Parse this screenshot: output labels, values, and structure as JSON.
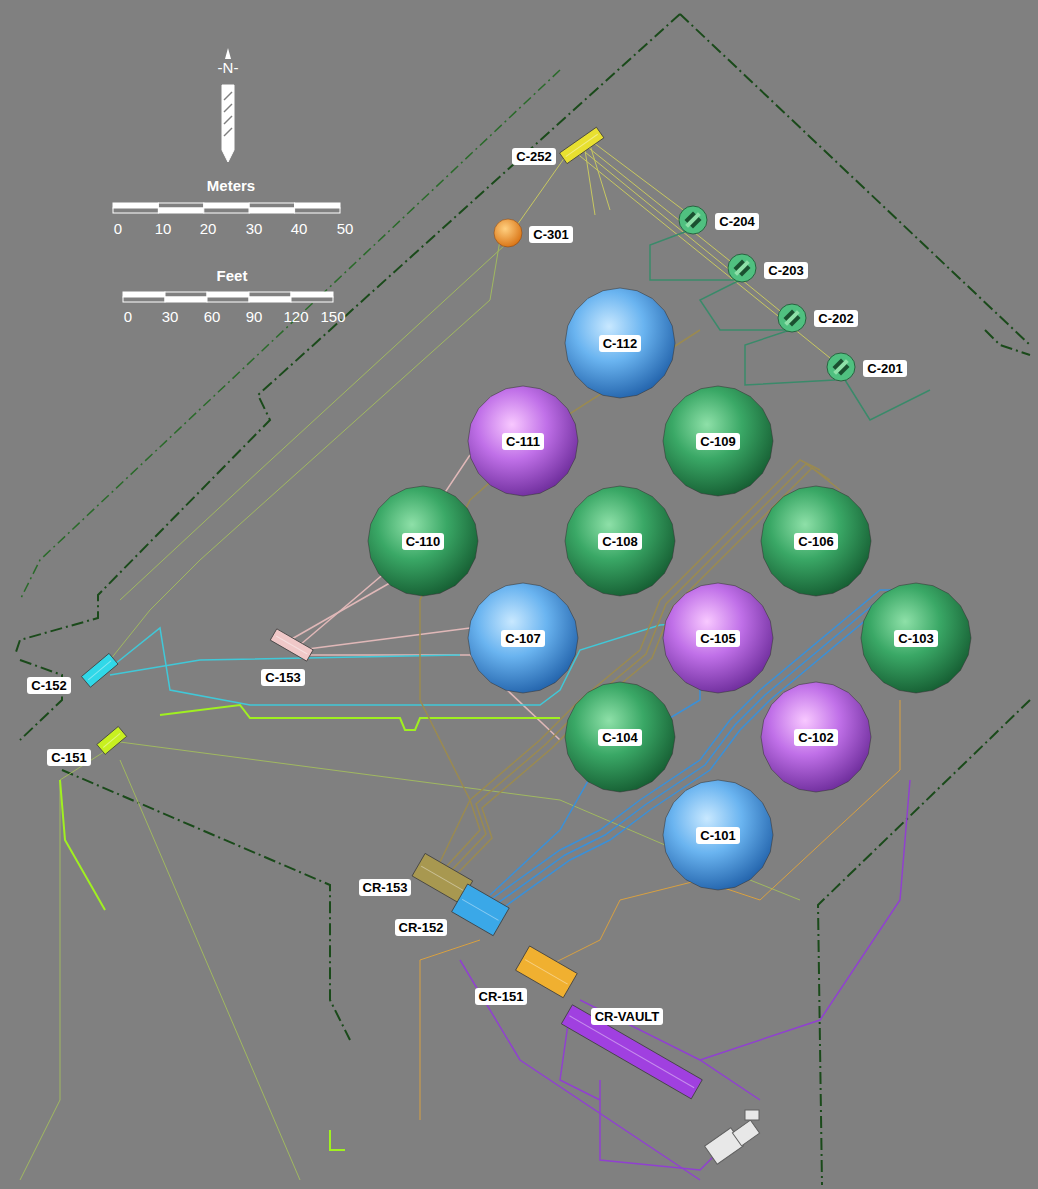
{
  "diagram": {
    "nodes": [
      {
        "text": [
          "C-252"
        ]
      },
      {
        "text": [
          "C-204"
        ]
      },
      {
        "text": [
          "C-301"
        ]
      },
      {
        "text": [
          "C-203"
        ]
      },
      {
        "text": [
          "C-112"
        ]
      },
      {
        "text": [
          "C-202"
        ]
      },
      {
        "text": [
          "C-201"
        ]
      },
      {
        "text": [
          "C-111"
        ]
      },
      {
        "text": [
          "C-109"
        ]
      },
      {
        "text": [
          "C-110"
        ]
      },
      {
        "text": [
          "C-108"
        ]
      },
      {
        "text": [
          "C-106"
        ]
      },
      {
        "text": [
          "C-107"
        ]
      },
      {
        "text": [
          "C-105"
        ]
      },
      {
        "text": [
          "C-153"
        ]
      },
      {
        "text": [
          "C-103"
        ]
      },
      {
        "text": [
          "C-152"
        ]
      },
      {
        "text": [
          "C-104"
        ]
      },
      {
        "text": [
          "C-102"
        ]
      },
      {
        "text": [
          "C-151"
        ]
      },
      {
        "text": [
          "C-101"
        ]
      },
      {
        "text": [
          "CR-153"
        ]
      },
      {
        "text": [
          "CR-152"
        ]
      },
      {
        "text": [
          "CR-151"
        ]
      },
      {
        "text": [
          "CR-VAULT"
        ]
      }
    ],
    "labels": [
      "-N-",
      "Meters",
      "0",
      "10",
      "20",
      "30",
      "40",
      "50",
      "Feet",
      "0",
      "30",
      "60",
      "90",
      "120",
      "150"
    ]
  }
}
